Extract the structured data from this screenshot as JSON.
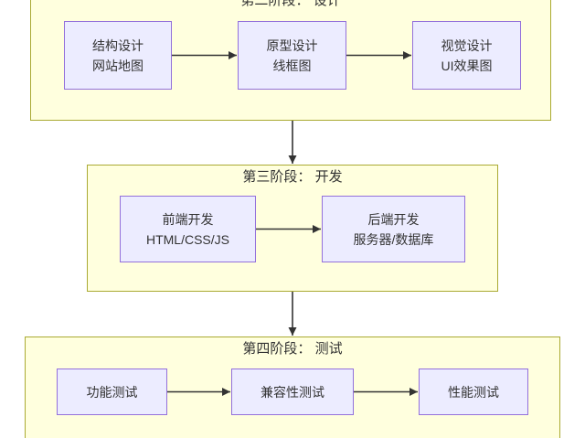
{
  "diagram": {
    "type": "flowchart",
    "colors": {
      "background": "#ffffff",
      "cluster_fill": "#ffffde",
      "cluster_border": "#aaaa33",
      "node_fill": "#ececff",
      "node_border": "#9370db",
      "edge": "#333333",
      "text": "#333333"
    },
    "phases": [
      {
        "title": "第二阶段： 设计",
        "nodes": [
          {
            "line1": "结构设计",
            "line2": "网站地图"
          },
          {
            "line1": "原型设计",
            "line2": "线框图"
          },
          {
            "line1": "视觉设计",
            "line2": "UI效果图"
          }
        ]
      },
      {
        "title": "第三阶段： 开发",
        "nodes": [
          {
            "line1": "前端开发",
            "line2": "HTML/CSS/JS"
          },
          {
            "line1": "后端开发",
            "line2": "服务器/数据库"
          }
        ]
      },
      {
        "title": "第四阶段： 测试",
        "nodes": [
          {
            "line1": "功能测试"
          },
          {
            "line1": "兼容性测试"
          },
          {
            "line1": "性能测试"
          }
        ]
      }
    ]
  }
}
